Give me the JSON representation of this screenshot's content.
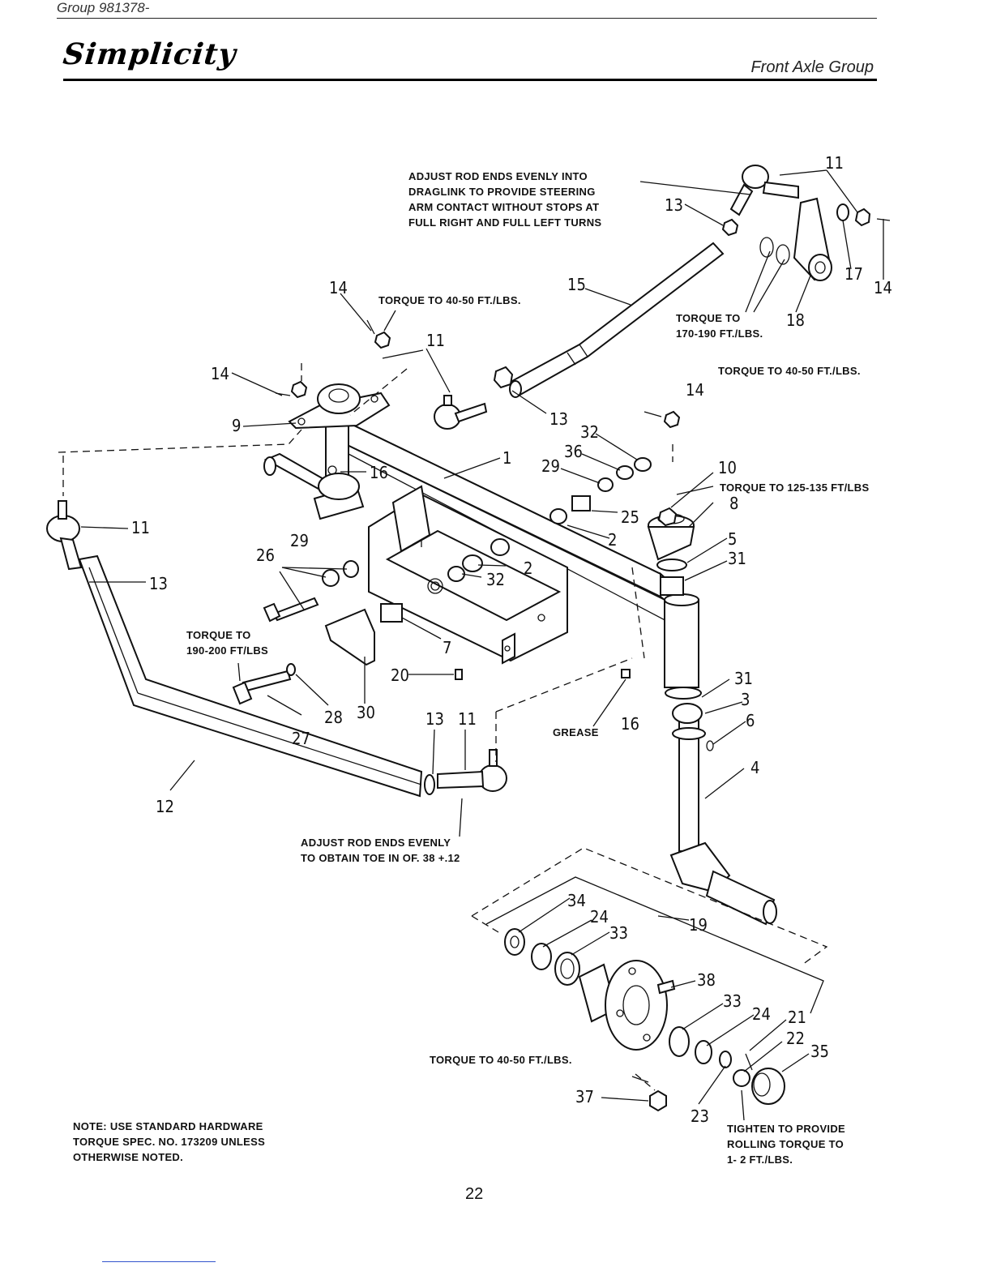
{
  "header": {
    "group_label": "Group 981378-",
    "brand": "Simplicity",
    "section_title": "Front Axle Group"
  },
  "callouts": {
    "adjust_draglink": "ADJUST ROD ENDS EVENLY INTO\nDRAGLINK TO PROVIDE STEERING\nARM CONTACT WITHOUT  STOPS AT\nFULL RIGHT AND FULL LEFT TURNS",
    "torque_40_50_upper_left": "TORQUE TO 40-50 FT./LBS.",
    "torque_170_190": "TORQUE TO\n170-190 FT./LBS.",
    "torque_40_50_right": "TORQUE TO 40-50 FT./LBS.",
    "torque_125_135": "TORQUE TO 125-135 FT/LBS",
    "torque_190_200": "TORQUE TO\n190-200 FT/LBS",
    "grease": "GREASE",
    "adjust_toe_in": "ADJUST ROD ENDS EVENLY\nTO OBTAIN  TOE IN OF. 38 +.12",
    "torque_40_50_lower": "TORQUE TO 40-50 FT./LBS.",
    "tighten_rolling": "TIGHTEN TO PROVIDE\nROLLING TORQUE TO\n1- 2 FT./LBS."
  },
  "part_numbers": {
    "p11a": "11",
    "p13a": "13",
    "p17": "17",
    "p14a": "14",
    "p18": "18",
    "p14b": "14",
    "p15": "15",
    "p11b": "11",
    "p14c": "14",
    "p9": "9",
    "p13b": "13",
    "p14d": "14",
    "p1": "1",
    "p16a": "16",
    "p32a": "32",
    "p36": "36",
    "p29a": "29",
    "p10": "10",
    "p8": "8",
    "p25": "25",
    "p2a": "2",
    "p5": "5",
    "p11c": "11",
    "p13c": "13",
    "p26": "26",
    "p29b": "29",
    "p2b": "2",
    "p32b": "32",
    "p31a": "31",
    "p7": "7",
    "p20": "20",
    "p31b": "31",
    "p3": "3",
    "p6": "6",
    "p30": "30",
    "p28": "28",
    "p27": "27",
    "p13d": "13",
    "p11d": "11",
    "p16b": "16",
    "p4": "4",
    "p12": "12",
    "p34": "34",
    "p24a": "24",
    "p33a": "33",
    "p19": "19",
    "p38": "38",
    "p33b": "33",
    "p24b": "24",
    "p21": "21",
    "p22": "22",
    "p35": "35",
    "p37": "37",
    "p23": "23"
  },
  "note": "NOTE: USE STANDARD HARDWARE\nTORQUE SPEC. NO. 173209 UNLESS\nOTHERWISE NOTED.",
  "page_number": "22"
}
